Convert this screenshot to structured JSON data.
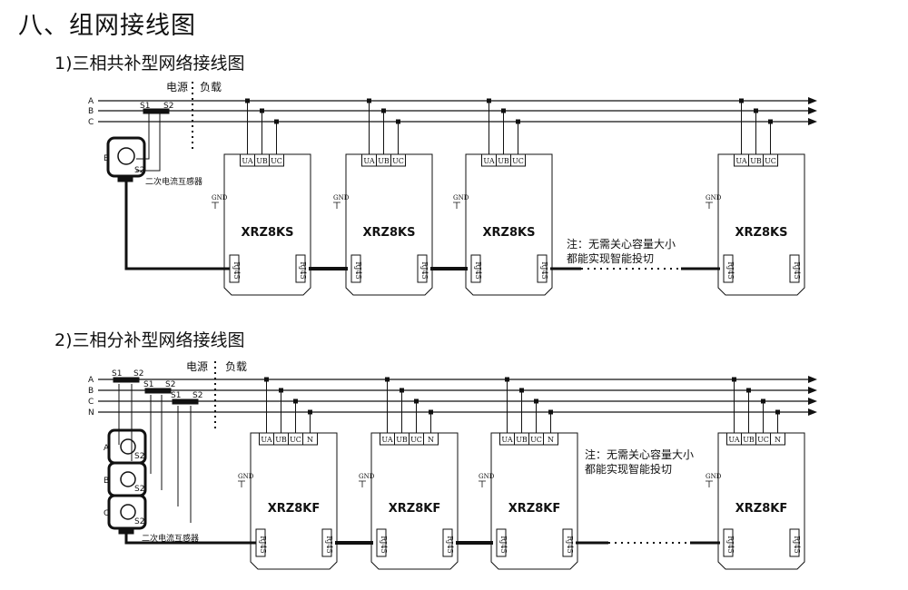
{
  "title": "八、组网接线图",
  "section1": {
    "subtitle": "1)三相共补型网络接线图",
    "phases": [
      "A",
      "B",
      "C"
    ],
    "source_label": "电源",
    "load_label": "负载",
    "ct_label": "二次电流互感器",
    "ct_name": "B",
    "device": "XRZ8KS",
    "terminals": [
      "UA",
      "UB",
      "UC"
    ],
    "note_line1": "注：无需关心容量大小",
    "note_line2": "都能实现智能投切"
  },
  "section2": {
    "subtitle": "2)三相分补型网络接线图",
    "phases": [
      "A",
      "B",
      "C",
      "N"
    ],
    "source_label": "电源",
    "load_label": "负载",
    "ct_label": "二次电流互感器",
    "ct_names": [
      "A",
      "B",
      "C"
    ],
    "device": "XRZ8KF",
    "terminals": [
      "UA",
      "UB",
      "UC",
      "N"
    ],
    "note_line1": "注：无需关心容量大小",
    "note_line2": "都能实现智能投切"
  },
  "labels": {
    "s1": "S1",
    "s2": "S2",
    "gnd": "GND",
    "rj45": "RJ45"
  }
}
